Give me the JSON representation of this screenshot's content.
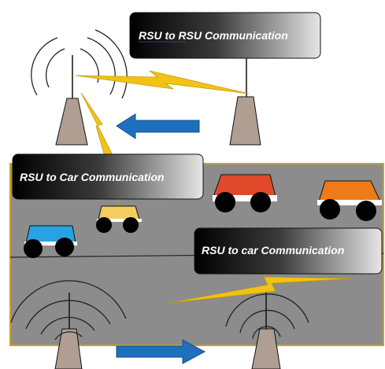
{
  "labels": {
    "rsu_to_rsu": "RSU  to RSU Communication",
    "rsu_to_car_top": "RSU to Car Communication",
    "rsu_to_car_bottom": "RSU to car Communication"
  },
  "icons": {
    "rsu_towers": [
      "tower-icon",
      "tower-icon",
      "tower-icon",
      "tower-icon"
    ],
    "cars": [
      "car-icon",
      "car-icon",
      "car-icon",
      "car-icon"
    ],
    "arrows": [
      "arrow-left-icon",
      "arrow-right-icon"
    ],
    "signals": [
      "lightning-icon"
    ]
  },
  "colors": {
    "tower": "#b09e92",
    "road": "#8c8c8c",
    "road_border": "#c9a227",
    "lightning": "#f2c314",
    "arrow": "#1f6fbf",
    "car_red": "#e04a2a",
    "car_orange": "#ef7a1a",
    "car_yellow": "#f5cc5e",
    "car_blue": "#27a3e3"
  }
}
